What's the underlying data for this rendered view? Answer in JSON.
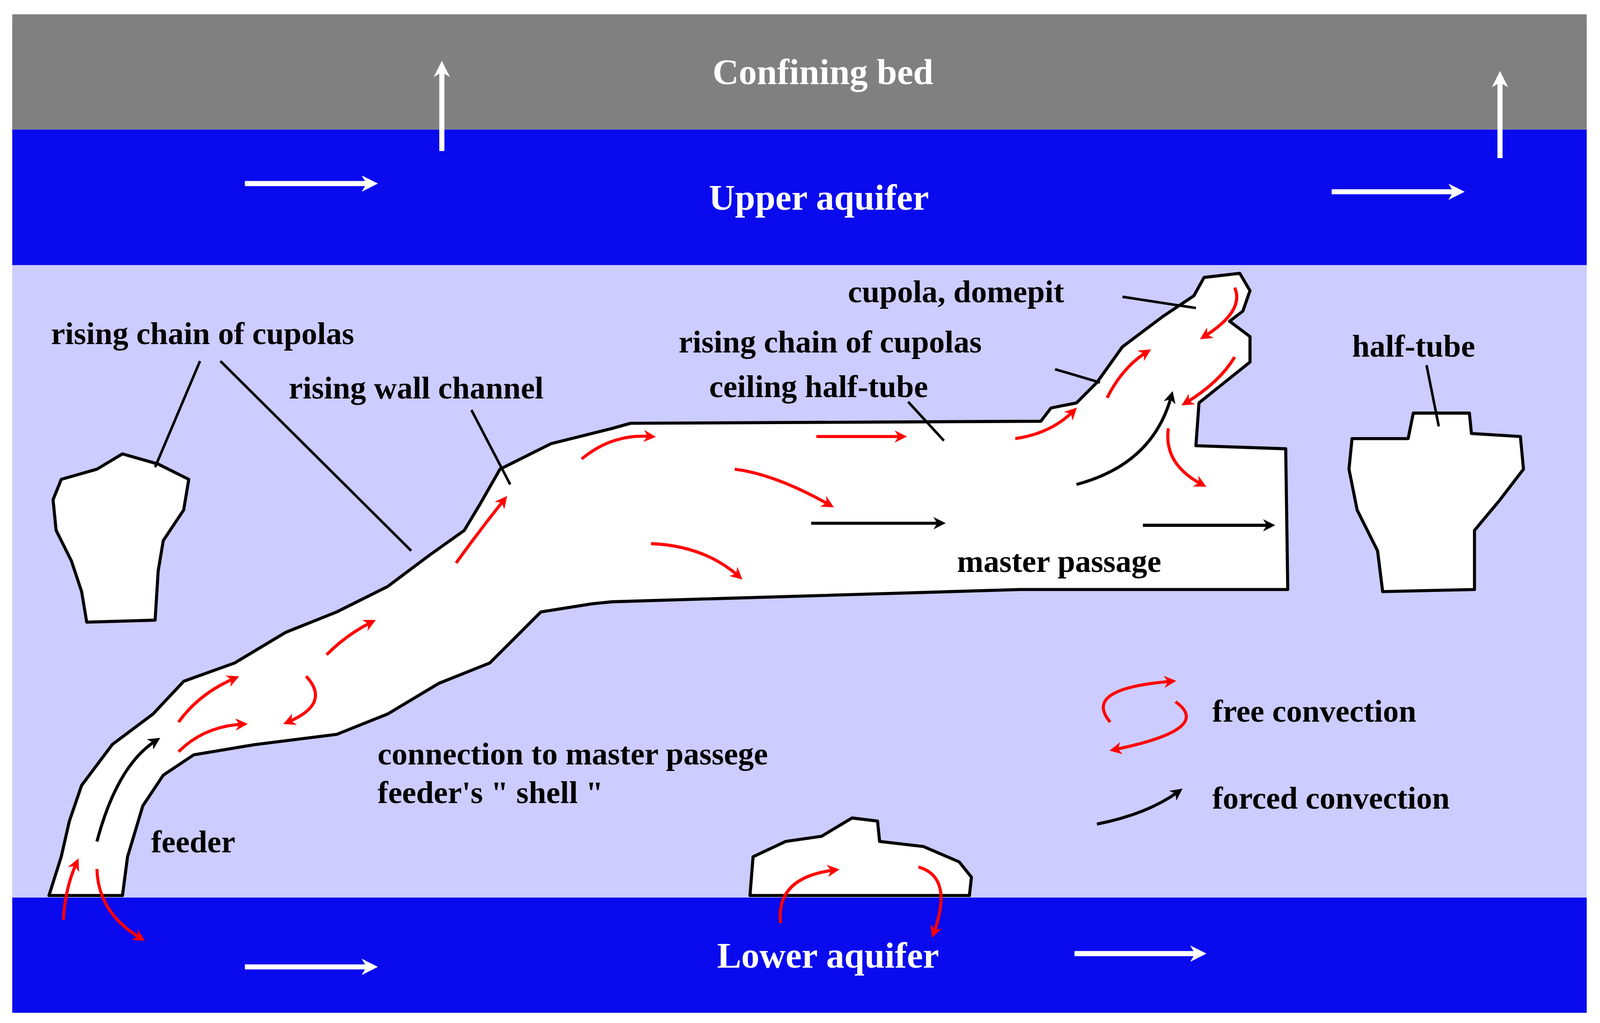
{
  "diagram": {
    "nodes": [
      {
        "text": [
          "Confining bed"
        ]
      },
      {
        "text": [
          "Upper aquifer"
        ]
      },
      {
        "text": [
          "Lower aquifer"
        ]
      }
    ],
    "labels": [
      "rising chain of cupolas",
      "rising wall channel",
      "cupola, domepit",
      "rising chain of cupolas",
      "ceiling half-tube",
      "half-tube",
      "master passage",
      "feeder",
      "connection to master passege feeder's \" shell \""
    ],
    "legend": [
      {
        "text": "free convection"
      },
      {
        "text": "forced convection"
      }
    ]
  }
}
